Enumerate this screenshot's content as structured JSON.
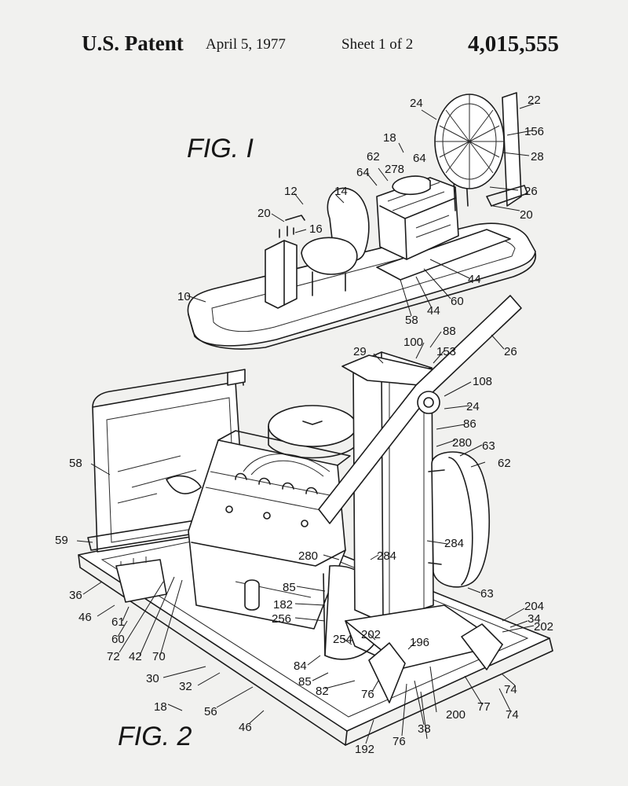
{
  "header": {
    "patent_label": "U.S. Patent",
    "date": "April 5, 1977",
    "sheet": "Sheet 1 of 2",
    "patent_number": "4,015,555"
  },
  "figures": {
    "fig1": "FIG. I",
    "fig2": "FIG. 2"
  },
  "fig1_labels": [
    {
      "id": "l24a",
      "text": "24"
    },
    {
      "id": "l22",
      "text": "22"
    },
    {
      "id": "l18a",
      "text": "18"
    },
    {
      "id": "l156",
      "text": "156"
    },
    {
      "id": "l62a",
      "text": "62"
    },
    {
      "id": "l278",
      "text": "278"
    },
    {
      "id": "l64a",
      "text": "64"
    },
    {
      "id": "l64b",
      "text": "64"
    },
    {
      "id": "l28",
      "text": "28"
    },
    {
      "id": "l12",
      "text": "12"
    },
    {
      "id": "l14",
      "text": "14"
    },
    {
      "id": "l26a",
      "text": "26"
    },
    {
      "id": "l20a",
      "text": "20"
    },
    {
      "id": "l20b",
      "text": "20"
    },
    {
      "id": "l16",
      "text": "16"
    },
    {
      "id": "l10",
      "text": "10"
    },
    {
      "id": "l44a",
      "text": "44"
    },
    {
      "id": "l44b",
      "text": "44"
    },
    {
      "id": "l60a",
      "text": "60"
    },
    {
      "id": "l58a",
      "text": "58"
    }
  ],
  "fig2_labels": [
    {
      "id": "m26",
      "text": "26"
    },
    {
      "id": "m88",
      "text": "88"
    },
    {
      "id": "m100",
      "text": "100"
    },
    {
      "id": "m29",
      "text": "29"
    },
    {
      "id": "m153",
      "text": "153"
    },
    {
      "id": "m108",
      "text": "108"
    },
    {
      "id": "m24",
      "text": "24"
    },
    {
      "id": "m86",
      "text": "86"
    },
    {
      "id": "m280a",
      "text": "280"
    },
    {
      "id": "m63a",
      "text": "63"
    },
    {
      "id": "m62",
      "text": "62"
    },
    {
      "id": "m58",
      "text": "58"
    },
    {
      "id": "m59",
      "text": "59"
    },
    {
      "id": "m284a",
      "text": "284"
    },
    {
      "id": "m284b",
      "text": "284"
    },
    {
      "id": "m280b",
      "text": "280"
    },
    {
      "id": "m36",
      "text": "36"
    },
    {
      "id": "m85a",
      "text": "85"
    },
    {
      "id": "m63b",
      "text": "63"
    },
    {
      "id": "m46a",
      "text": "46"
    },
    {
      "id": "m61",
      "text": "61"
    },
    {
      "id": "m182",
      "text": "182"
    },
    {
      "id": "m256",
      "text": "256"
    },
    {
      "id": "m204",
      "text": "204"
    },
    {
      "id": "m34",
      "text": "34"
    },
    {
      "id": "m202a",
      "text": "202"
    },
    {
      "id": "m60",
      "text": "60"
    },
    {
      "id": "m202b",
      "text": "202"
    },
    {
      "id": "m254",
      "text": "254"
    },
    {
      "id": "m196",
      "text": "196"
    },
    {
      "id": "m72",
      "text": "72"
    },
    {
      "id": "m42",
      "text": "42"
    },
    {
      "id": "m70",
      "text": "70"
    },
    {
      "id": "m84",
      "text": "84"
    },
    {
      "id": "m30",
      "text": "30"
    },
    {
      "id": "m85b",
      "text": "85"
    },
    {
      "id": "m32",
      "text": "32"
    },
    {
      "id": "m82",
      "text": "82"
    },
    {
      "id": "m76a",
      "text": "76"
    },
    {
      "id": "m18",
      "text": "18"
    },
    {
      "id": "m56",
      "text": "56"
    },
    {
      "id": "m77",
      "text": "77"
    },
    {
      "id": "m74a",
      "text": "74"
    },
    {
      "id": "m200",
      "text": "200"
    },
    {
      "id": "m46b",
      "text": "46"
    },
    {
      "id": "m74b",
      "text": "74"
    },
    {
      "id": "m38",
      "text": "38"
    },
    {
      "id": "m76b",
      "text": "76"
    },
    {
      "id": "m192",
      "text": "192"
    }
  ]
}
